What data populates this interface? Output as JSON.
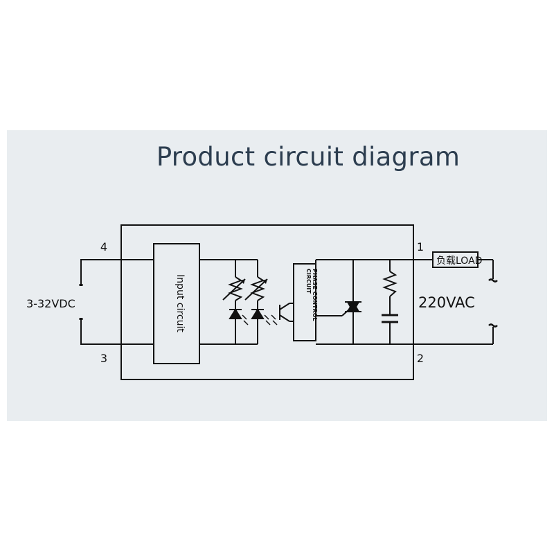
{
  "title": "Product circuit diagram",
  "terminals": {
    "t4": "4",
    "t3": "3",
    "t1": "1",
    "t2": "2"
  },
  "input_voltage": "3-32VDC",
  "output_voltage": "220VAC",
  "input_block_label": "Input circuit",
  "phase_block_label_1": "PHASE CONTROL",
  "phase_block_label_2": "CIRCUIT",
  "load_label": "负载LOAD"
}
